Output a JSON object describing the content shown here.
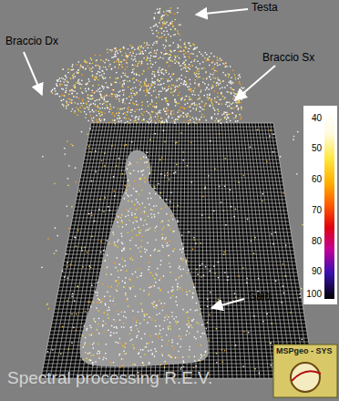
{
  "diagram": {
    "labels": [
      "Testa",
      "Braccio Dx",
      "Braccio Sx",
      "Saio",
      "40",
      "50",
      "60",
      "70",
      "80",
      "90",
      "100",
      "Spectral processing R.E.V.",
      "MSPgeo - SYS"
    ]
  }
}
